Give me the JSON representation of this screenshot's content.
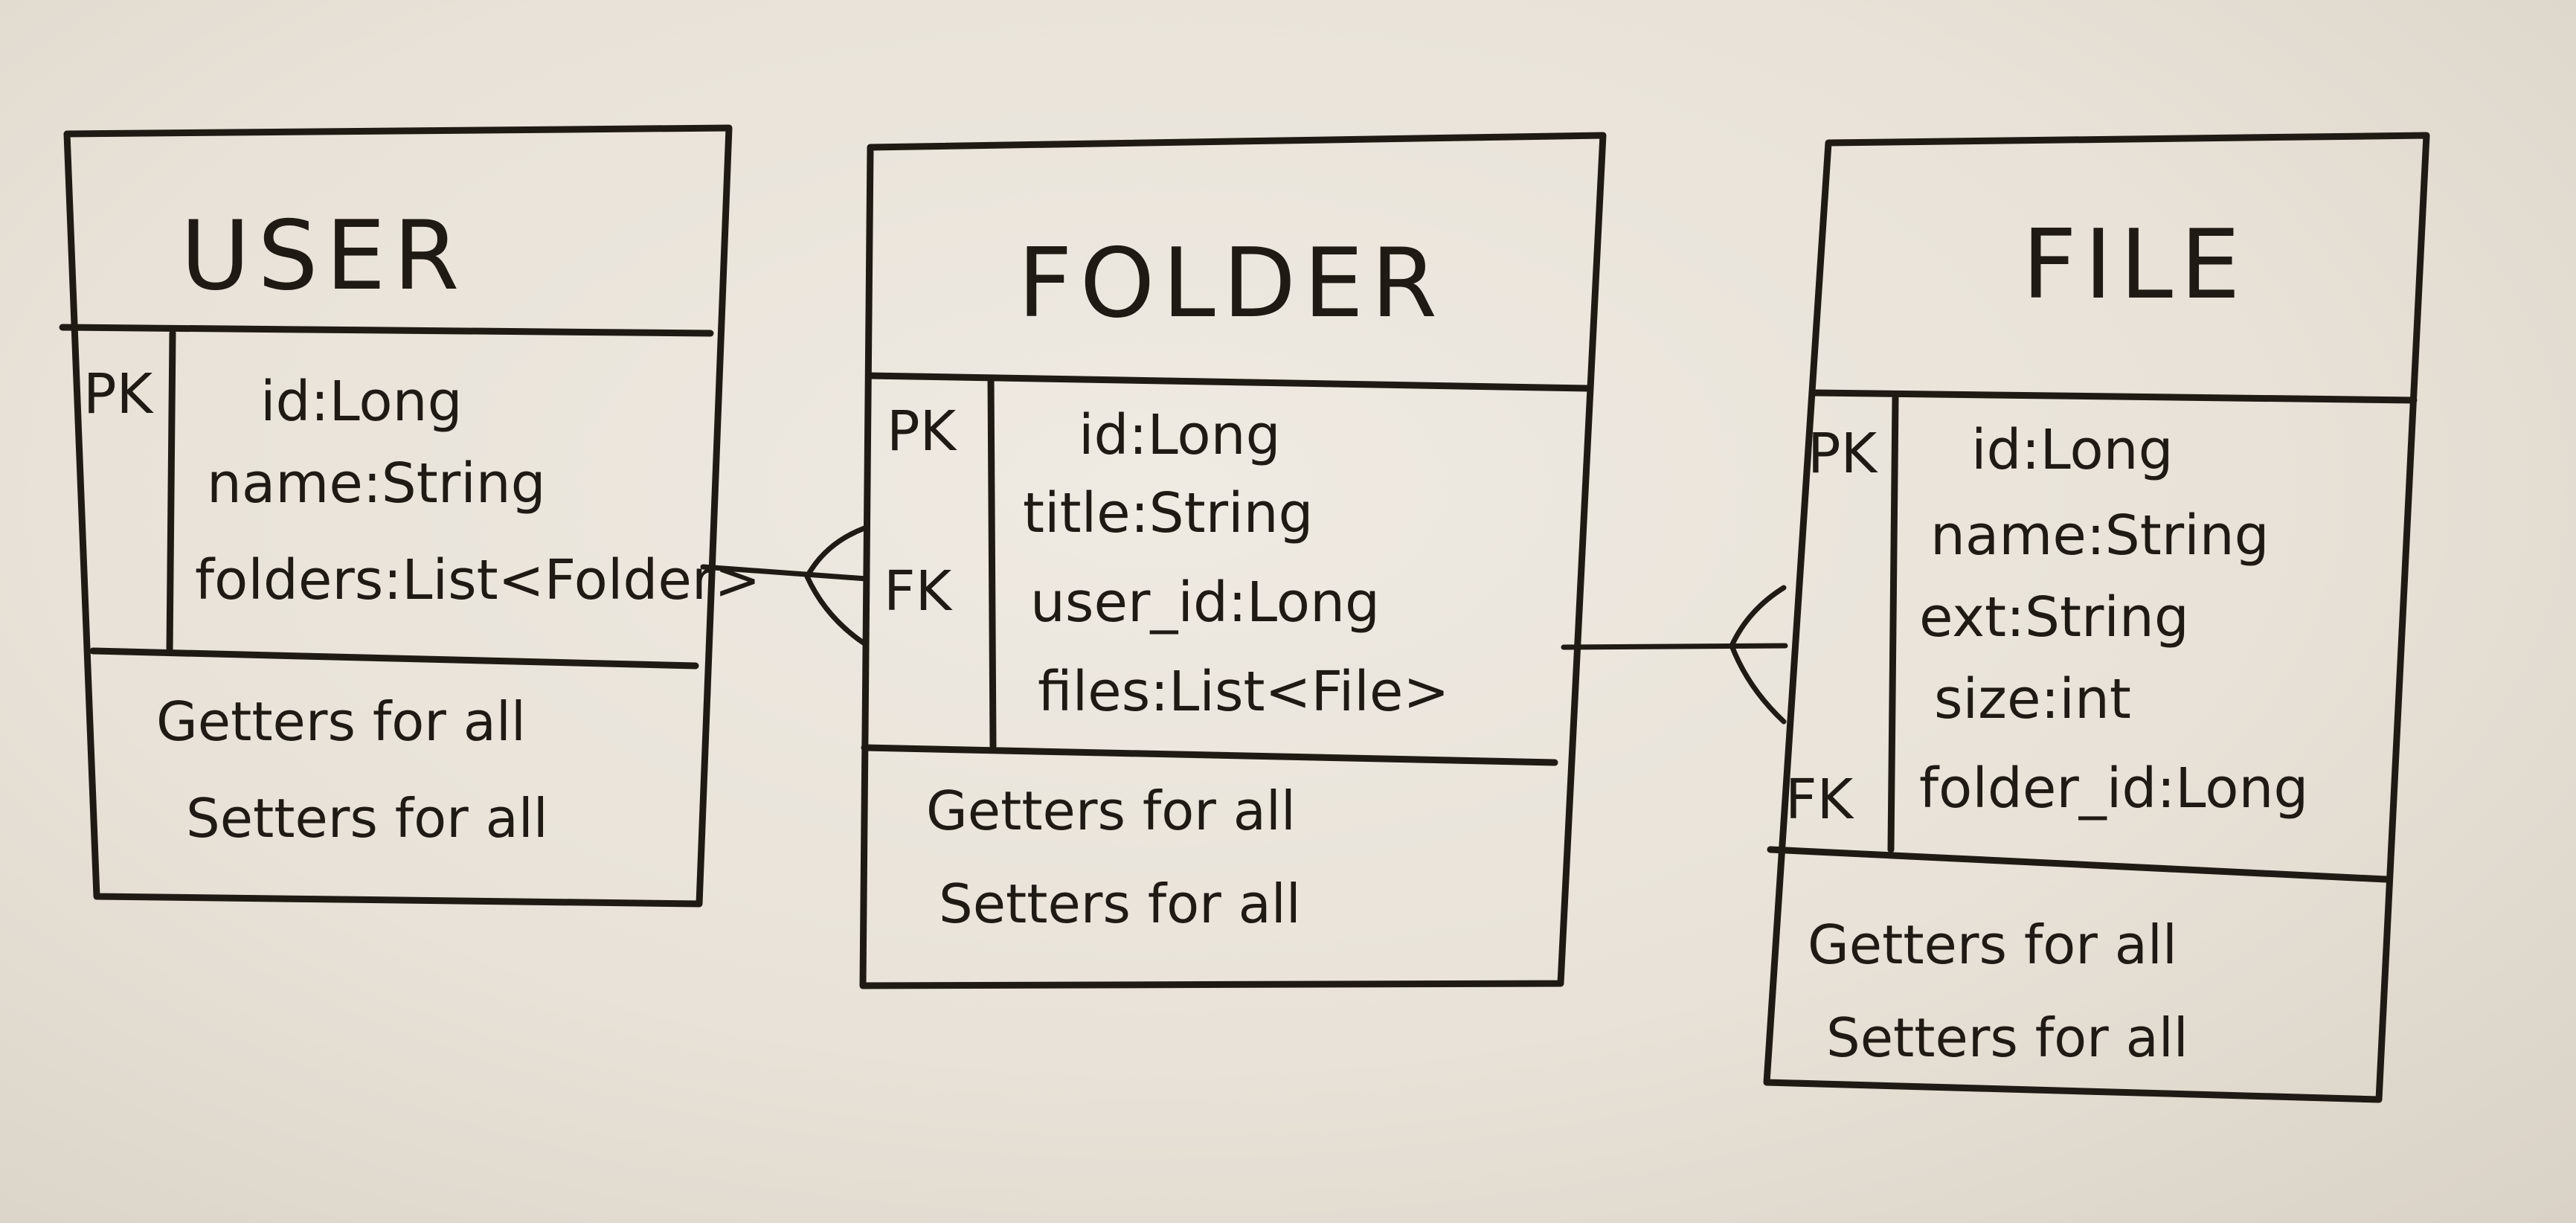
{
  "entities": [
    {
      "title": "USER",
      "keys": {
        "pk": "PK",
        "fk": ""
      },
      "fields": [
        "id:Long",
        "name:String",
        "folders:List<Folder>"
      ],
      "methods": [
        "Getters for all",
        "Setters for all"
      ]
    },
    {
      "title": "FOLDER",
      "keys": {
        "pk": "PK",
        "fk": "FK"
      },
      "fields": [
        "id:Long",
        "title:String",
        "user_id:Long",
        "files:List<File>"
      ],
      "methods": [
        "Getters for all",
        "Setters for all"
      ]
    },
    {
      "title": "FILE",
      "keys": {
        "pk": "PK",
        "fk": "FK"
      },
      "fields": [
        "id:Long",
        "name:String",
        "ext:String",
        "size:int",
        "folder_id:Long"
      ],
      "methods": [
        "Getters for all",
        "Setters for all"
      ]
    }
  ],
  "relationships": [
    {
      "from": "USER",
      "to": "FOLDER",
      "cardinality": "one-to-many"
    },
    {
      "from": "FOLDER",
      "to": "FILE",
      "cardinality": "one-to-many"
    }
  ]
}
